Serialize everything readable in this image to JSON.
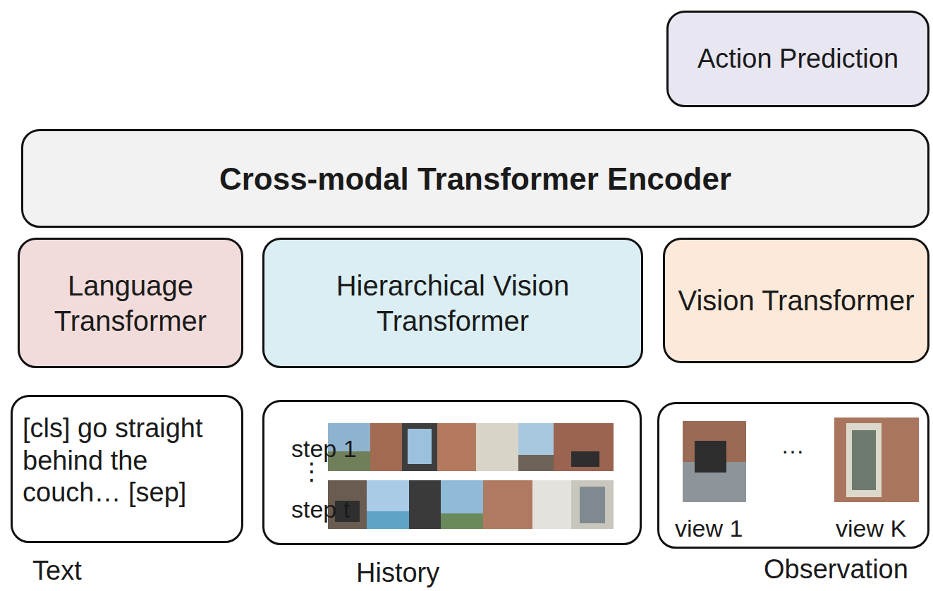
{
  "diagram": {
    "nodes": [
      {
        "text": [
          "Action Prediction"
        ]
      },
      {
        "text": [
          "Cross-modal Transformer Encoder"
        ]
      },
      {
        "text": [
          "Language Transformer"
        ]
      },
      {
        "text": [
          "Hierarchical Vision Transformer"
        ]
      },
      {
        "text": [
          "Vision Transformer"
        ]
      },
      {
        "text": [
          "[cls] go straight behind the couch… [sep]",
          "Text"
        ]
      },
      {
        "text": [
          "step 1",
          "⋮",
          "step t",
          "History"
        ]
      },
      {
        "text": [
          "…",
          "view 1",
          "view K",
          "Observation"
        ]
      }
    ]
  }
}
